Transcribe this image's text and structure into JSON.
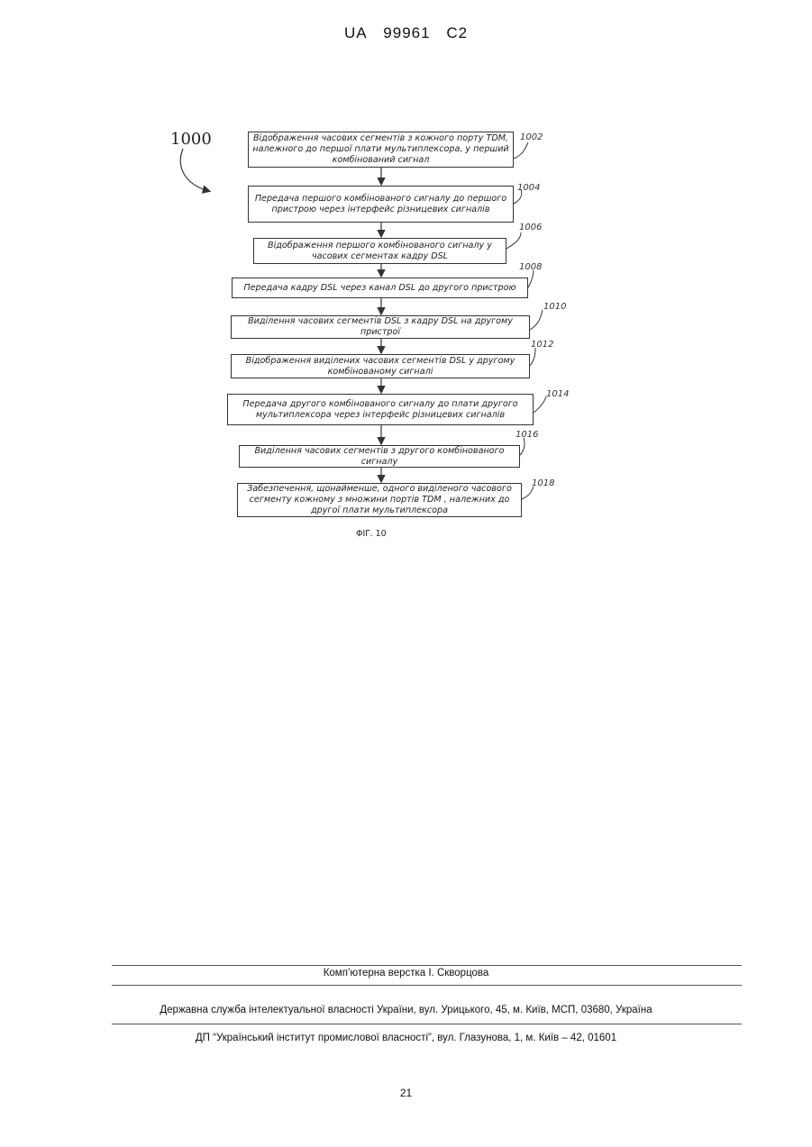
{
  "header": {
    "country": "UA",
    "number": "99961",
    "kind": "C2"
  },
  "diagram": {
    "figure_number": "1000",
    "caption": "ΦΙΓ. 10",
    "steps": [
      {
        "ref": "1002",
        "text": "Відображення часових сегментів з кожного порту TDM, належного до першої плати мультиплексора, у перший комбінований сигнал"
      },
      {
        "ref": "1004",
        "text": "Передача першого комбінованого сигналу до першого пристрою через інтерфейс різницевих сигналів"
      },
      {
        "ref": "1006",
        "text": "Відображення першого комбінованого сигналу у часових сегментах кадру DSL"
      },
      {
        "ref": "1008",
        "text": "Передача кадру DSL через канал DSL до другого пристрою"
      },
      {
        "ref": "1010",
        "text": "Виділення часових сегментів DSL з кадру DSL на другому пристрої"
      },
      {
        "ref": "1012",
        "text": "Відображення виділених часових сегментів DSL у другому комбінованому сигналі"
      },
      {
        "ref": "1014",
        "text": "Передача другого комбінованого сигналу до плати другого мультиплексора через інтерфейс різницевих сигналів"
      },
      {
        "ref": "1016",
        "text": "Виділення часових сегментів з другого комбінованого сигналу"
      },
      {
        "ref": "1018",
        "text": "Забезпечення, щонайменше, одного виділеного часового сегменту кожному з множини портів TDM , належних до другої плати мультиплексора"
      }
    ]
  },
  "footer": {
    "layout": "Комп’ютерна верстка І. Скворцова",
    "service": "Державна служба інтелектуальної власності України, вул. Урицького, 45, м. Київ, МСП, 03680, Україна",
    "institute": "ДП “Український інститут промислової власності”, вул. Глазунова, 1, м. Київ – 42, 01601"
  },
  "page_number": "21"
}
